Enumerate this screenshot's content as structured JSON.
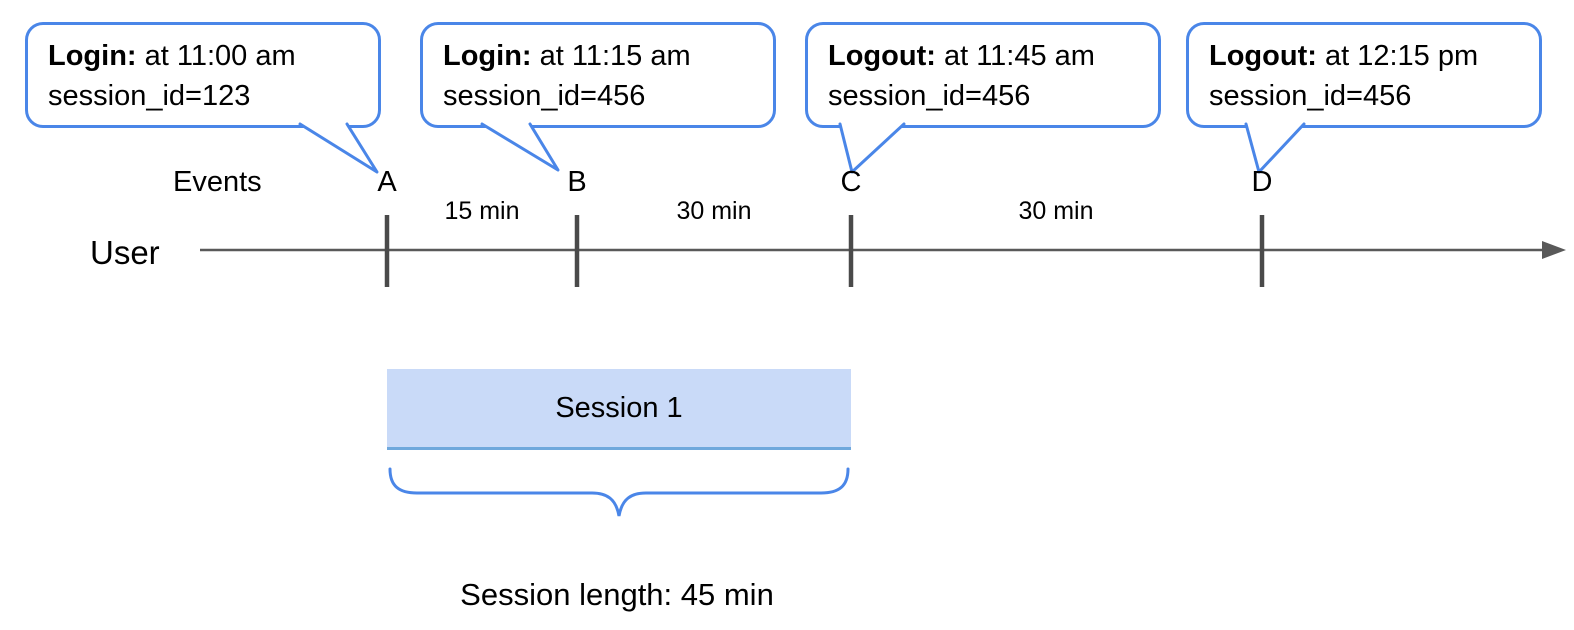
{
  "callouts": [
    {
      "event": "Login:",
      "time": " at 11:00 am",
      "session": "session_id=123"
    },
    {
      "event": "Login:",
      "time": " at 11:15 am",
      "session": "session_id=456"
    },
    {
      "event": "Logout:",
      "time": " at 11:45 am",
      "session": "session_id=456"
    },
    {
      "event": "Logout:",
      "time": " at 12:15 pm",
      "session": "session_id=456"
    }
  ],
  "timeline": {
    "events_label": "Events",
    "user_label": "User",
    "ticks": [
      {
        "label": "A"
      },
      {
        "label": "B"
      },
      {
        "label": "C"
      },
      {
        "label": "D"
      }
    ],
    "intervals": [
      {
        "label": "15 min"
      },
      {
        "label": "30 min"
      },
      {
        "label": "30 min"
      }
    ]
  },
  "session": {
    "label": "Session 1",
    "length_label": "Session length: 45 min"
  },
  "colors": {
    "accent_blue": "#4a86e8",
    "session_fill": "#c9daf8",
    "session_edge": "#6fa8dc",
    "timeline_gray": "#595959",
    "tick_gray": "#4a4a4a"
  }
}
